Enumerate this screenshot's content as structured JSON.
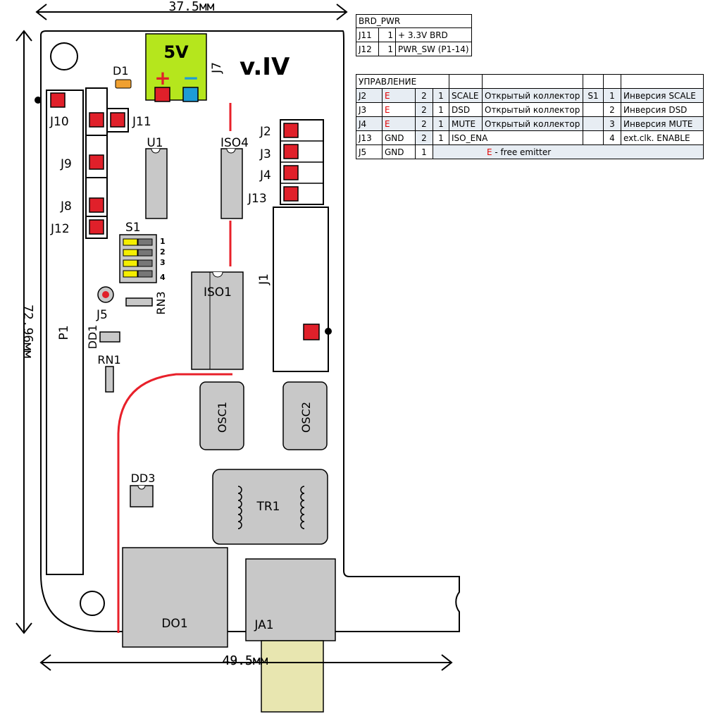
{
  "board": {
    "version": "v.IV",
    "power": {
      "label": "5V",
      "plus": "+",
      "minus": "−"
    },
    "dimensions": {
      "top": "37.5мм",
      "bottom": "49.5мм",
      "left": "72.96мм"
    },
    "labels": {
      "d1": "D1",
      "j7": "J7",
      "j10": "J10",
      "j11": "J11",
      "j9": "J9",
      "j8": "J8",
      "j12": "J12",
      "u1": "U1",
      "iso4": "ISO4",
      "j2": "J2",
      "j3": "J3",
      "j4": "J4",
      "j13": "J13",
      "s1": "S1",
      "s1_1": "1",
      "s1_2": "2",
      "s1_3": "3",
      "s1_4": "4",
      "j1": "J1",
      "iso1": "ISO1",
      "j5": "J5",
      "rn3": "RN3",
      "dd1": "DD1",
      "rn1": "RN1",
      "p1": "P1",
      "osc1": "OSC1",
      "osc2": "OSC2",
      "dd3": "DD3",
      "tr1": "TR1",
      "do1": "DO1",
      "ja1": "JA1"
    }
  },
  "brd_pwr": {
    "title": "BRD_PWR",
    "rows": [
      {
        "conn": "J11",
        "n": "1",
        "desc": "+ 3.3V BRD"
      },
      {
        "conn": "J12",
        "n": "1",
        "desc": "PWR_SW (P1-14)"
      }
    ]
  },
  "control": {
    "title": "УПРАВЛЕНИЕ",
    "rows": [
      {
        "conn": "J2",
        "a": "E",
        "pin_a": "2",
        "pin_b": "1",
        "signal": "SCALE",
        "type": "Открытый коллектор",
        "sw": "S1",
        "sw_n": "1",
        "sw_desc": "Инверсия SCALE"
      },
      {
        "conn": "J3",
        "a": "E",
        "pin_a": "2",
        "pin_b": "1",
        "signal": "DSD",
        "type": "Открытый коллектор",
        "sw": "",
        "sw_n": "2",
        "sw_desc": "Инверсия DSD"
      },
      {
        "conn": "J4",
        "a": "E",
        "pin_a": "2",
        "pin_b": "1",
        "signal": "MUTE",
        "type": "Открытый коллектор",
        "sw": "",
        "sw_n": "3",
        "sw_desc": "Инверсия MUTE"
      },
      {
        "conn": "J13",
        "a": "GND",
        "pin_a": "2",
        "pin_b": "1",
        "signal": "ISO_ENA",
        "type": "",
        "sw": "",
        "sw_n": "4",
        "sw_desc": "ext.clk. ENABLE"
      }
    ],
    "last": {
      "conn": "J5",
      "a": "GND",
      "pin_a": "1",
      "note_e": "E",
      "note_rest": " - free emitter"
    }
  },
  "colors": {
    "pad": "#e0202a",
    "trace": "#e8202a",
    "pwr": "#b5e61d",
    "minus_pad": "#1e9cd6",
    "component": "#c8c8c8",
    "switch": "#f5ef00",
    "plug": "#e8e6b0"
  }
}
